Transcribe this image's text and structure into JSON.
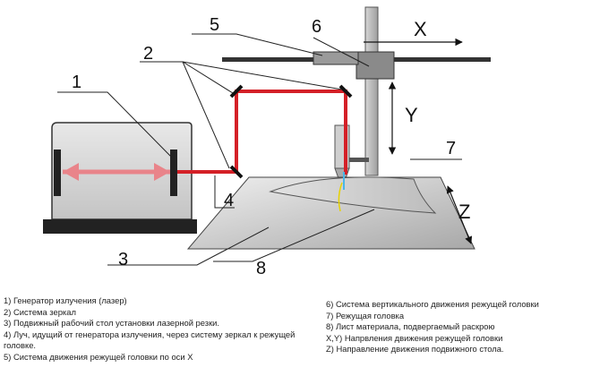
{
  "labels": [
    "1",
    "2",
    "3",
    "4",
    "5",
    "6",
    "7",
    "8"
  ],
  "axes": {
    "x": "X",
    "y": "Y",
    "z": "Z"
  },
  "legend_left": [
    "1) Генератор излучения (лазер)",
    "2) Система зеркал",
    "3) Подвижный рабочий стол установки лазерной резки.",
    "4) Луч, идущий от генератора излучения, через систему зеркал к режущей головке.",
    "5) Система движения режущей головки по оси X"
  ],
  "legend_right": [
    "6) Система вертикального движения режущей головки",
    "7) Режущая головка",
    "8) Лист материала, подвергаемый раскрою",
    "X,Y) Напрвления движения режущей головки",
    "Z) Направление движения подвижного стола."
  ],
  "colors": {
    "beam": "#d42027",
    "frame": "#3a3a3a",
    "table": "#c8c8c8"
  }
}
